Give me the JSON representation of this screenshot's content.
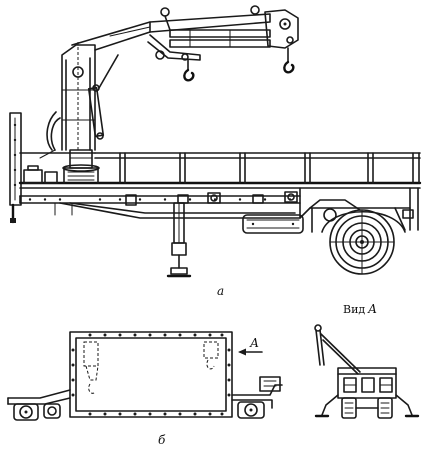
{
  "labels": {
    "view_a": "а",
    "view_b": "б",
    "view_a_caption_prefix": "Вид",
    "view_a_caption_letter": "А",
    "arrow_letter": "А"
  }
}
